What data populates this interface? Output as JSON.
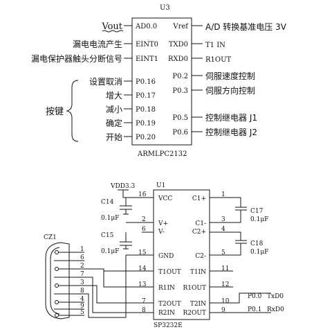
{
  "u3": {
    "ref": "U3",
    "part": "ARMLPC2132",
    "left_pins": [
      {
        "pin": "AD0.0",
        "net": "Vout"
      },
      {
        "pin": "EINT0",
        "net": "漏电电流产生"
      },
      {
        "pin": "EINT1",
        "net": "漏电保护器触头分断信号"
      },
      {
        "pin": "P0.16",
        "net": "设置取消"
      },
      {
        "pin": "P0.17",
        "net": "增大"
      },
      {
        "pin": "P0.18",
        "net": "减小"
      },
      {
        "pin": "P0.19",
        "net": "确定"
      },
      {
        "pin": "P0.20",
        "net": "开始"
      }
    ],
    "right_pins": [
      {
        "pin": "Vref",
        "net": "A/D 转换基准电压 3V"
      },
      {
        "pin": "TXD0",
        "net": "T1 IN"
      },
      {
        "pin": "RXD0",
        "net": "R1OUT"
      },
      {
        "pin": "P0.2",
        "net": "伺服速度控制"
      },
      {
        "pin": "P0.3",
        "net": "伺服方向控制"
      },
      {
        "pin": "P0.5",
        "net": "控制继电器 J1"
      },
      {
        "pin": "P0.6",
        "net": "控制继电器 J2"
      }
    ],
    "brace_label": "按键"
  },
  "u1": {
    "ref": "U1",
    "part": "SP3232E",
    "supply_label": "VDD3.3",
    "left_pins": [
      {
        "num": "16",
        "name": "VCC"
      },
      {
        "num": "2",
        "name": "V+"
      },
      {
        "num": "6",
        "name": "V-"
      },
      {
        "num": "15",
        "name": "GND"
      },
      {
        "num": "14",
        "name": "T1OUT"
      },
      {
        "num": "13",
        "name": "R1IN"
      },
      {
        "num": "7",
        "name": "T2OUT"
      },
      {
        "num": "8",
        "name": "R2IN"
      }
    ],
    "right_pins": [
      {
        "num": "1",
        "name": "C1+"
      },
      {
        "num": "3",
        "name": "C1-"
      },
      {
        "num": "4",
        "name": "C2+"
      },
      {
        "num": "5",
        "name": "C2-"
      },
      {
        "num": "11",
        "name": "T1IN"
      },
      {
        "num": "12",
        "name": "R1OUT"
      },
      {
        "num": "10",
        "name": "T2IN"
      },
      {
        "num": "9",
        "name": "R2OUT"
      }
    ],
    "caps": [
      {
        "ref": "C14",
        "value": "0.1μF"
      },
      {
        "ref": "C15",
        "value": "0.1μF"
      },
      {
        "ref": "C17",
        "value": "0.1μF"
      },
      {
        "ref": "C18",
        "value": "0.1μF"
      }
    ],
    "net_labels": [
      {
        "port": "P0.0",
        "signal": "TxD0"
      },
      {
        "port": "P0.1",
        "signal": "RxD0"
      }
    ]
  },
  "connector": {
    "ref": "CZ1",
    "pins": [
      "1",
      "6",
      "2",
      "7",
      "3",
      "8",
      "4",
      "9",
      "5"
    ]
  },
  "colors": {
    "ink": "#111111",
    "background": "#ffffff"
  }
}
